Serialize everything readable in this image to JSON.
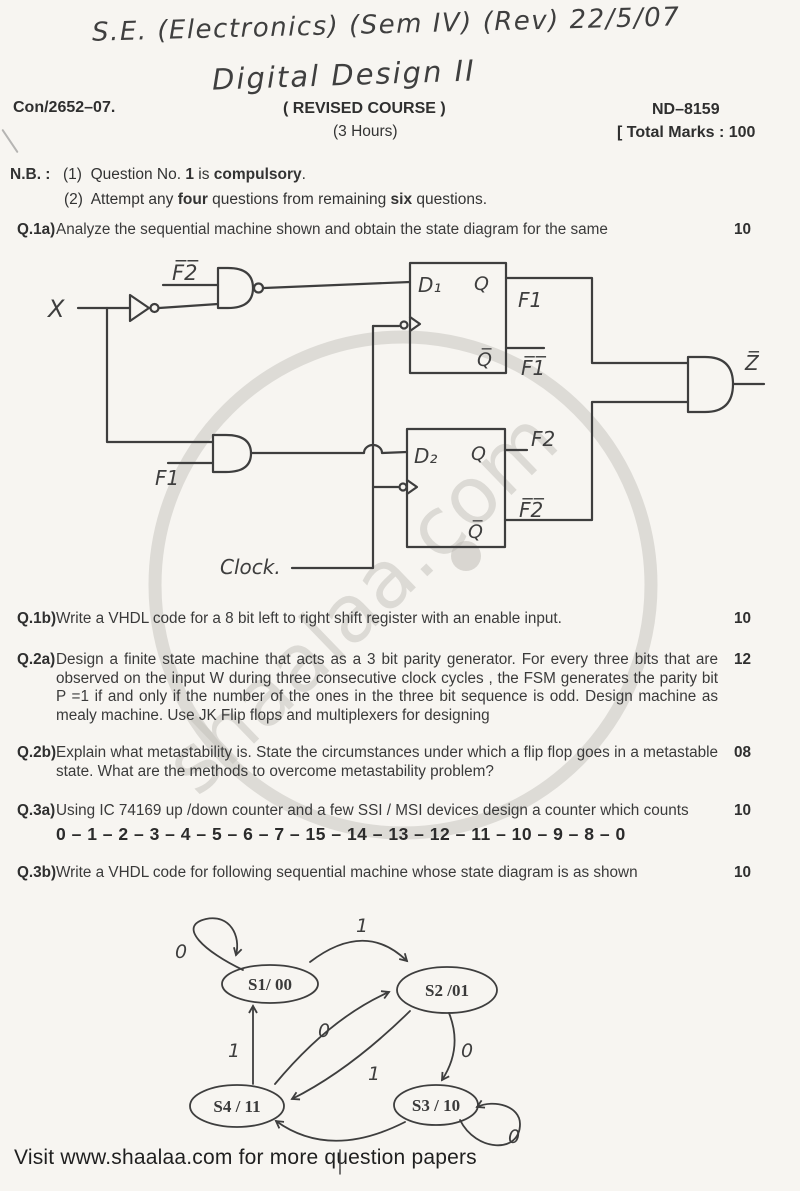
{
  "handwritten": {
    "line1": "S.E. (Electronics) (Sem IV) (Rev)   22/5/07",
    "line2": "Digital Design II"
  },
  "header": {
    "left_code": "Con/2652–07.",
    "center": "( REVISED COURSE )",
    "duration": "(3 Hours)",
    "right_code": "ND–8159",
    "total_marks": "[ Total Marks : 100"
  },
  "nb": {
    "label": "N.B. :",
    "n1_num": "(1)",
    "n1_a": "Question No. ",
    "n1_b": "1",
    "n1_c": " is ",
    "n1_d": "compulsory",
    "n1_e": ".",
    "n2_num": "(2)",
    "n2_a": "Attempt any ",
    "n2_b": "four",
    "n2_c": " questions from remaining ",
    "n2_d": "six",
    "n2_e": " questions."
  },
  "questions": [
    {
      "id": "Q.1a)",
      "text": "Analyze the sequential machine shown and obtain the state diagram for the same",
      "marks": "10"
    },
    {
      "id": "Q.1b)",
      "text": "Write a VHDL code for a 8 bit left to right shift register with an enable input.",
      "marks": "10"
    },
    {
      "id": "Q.2a)",
      "text": "Design a finite state machine that acts as a 3 bit parity generator. For every three bits that are observed on the input W during three consecutive clock cycles , the FSM generates the parity bit P =1 if and only if the number of the ones in the three bit sequence is odd. Design machine as mealy machine. Use JK Flip flops and multiplexers for designing",
      "marks": "12"
    },
    {
      "id": "Q.2b)",
      "text": "Explain what metastability is. State the circumstances under which a flip flop goes in a metastable state. What are the methods to overcome metastability problem?",
      "marks": "08"
    },
    {
      "id": "Q.3a)",
      "text": "Using IC 74169 up /down counter and a few SSI / MSI devices design a counter which counts",
      "sequence": "0 – 1 – 2 – 3 – 4 – 5 – 6 – 7 – 15 – 14 – 13 – 12 – 11 – 10 – 9 – 8 – 0",
      "marks": "10"
    },
    {
      "id": "Q.3b)",
      "text": "Write a VHDL code for following sequential machine whose state diagram is as shown",
      "marks": "10"
    }
  ],
  "circuit": {
    "labels": {
      "x_input": "X",
      "nand_top_input": "F̅2̅",
      "ff1_d": "D₁",
      "ff1_q": "Q",
      "ff1_qbar": "Q̅",
      "ff1_q_out": "F1",
      "ff1_qbar_out": "F̅1̅",
      "and_bottom_input": "F1",
      "ff2_d": "D₂",
      "ff2_q": "Q",
      "ff2_qbar": "Q̅",
      "ff2_q_out": "F2",
      "ff2_qbar_out": "F̅2̅",
      "clock": "Clock.",
      "output": "Z̅"
    }
  },
  "state_diagram": {
    "states": [
      "S1/ 00",
      "S2 /01",
      "S3 / 10",
      "S4 / 11"
    ],
    "transitions": {
      "s1_self": "0",
      "s1_to_s2": "1",
      "s2_to_s3": "0",
      "s2_to_s4": "1",
      "s4_to_s2": "0",
      "s4_to_s1": "1",
      "s3_self": "0"
    }
  },
  "watermark": "shaalaa.com",
  "footer": "Visit www.shaalaa.com for more question papers"
}
